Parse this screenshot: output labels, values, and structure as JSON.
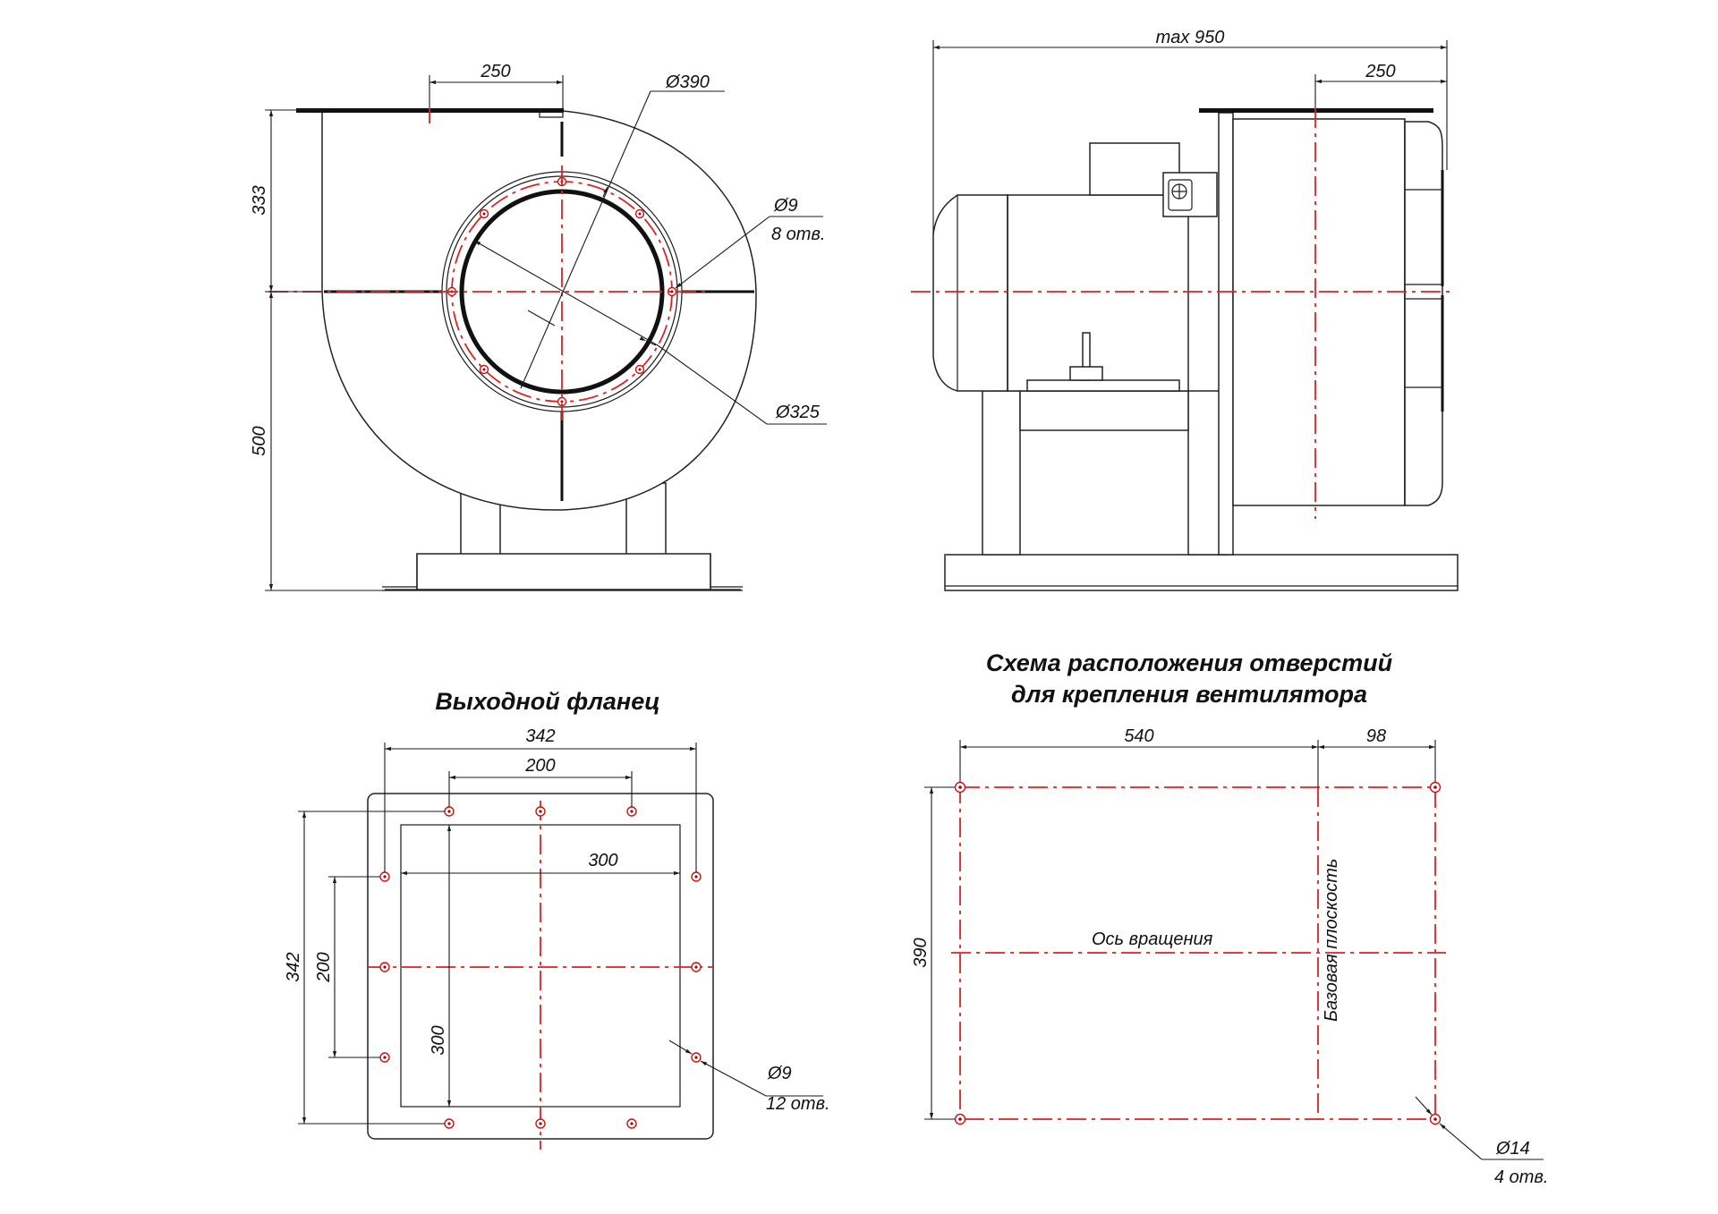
{
  "front_view": {
    "dim_top_width": "250",
    "dim_upper_height": "333",
    "dim_lower_height": "500",
    "dim_d390": "Ø390",
    "dim_d325": "Ø325",
    "dim_holes_d": "Ø9",
    "dim_holes_count": "8 отв."
  },
  "side_view": {
    "dim_total": "max 950",
    "dim_outlet": "250"
  },
  "outlet_flange": {
    "title": "Выходной фланец",
    "dim_outer_w": "342",
    "dim_holes_w": "200",
    "dim_inner_w": "300",
    "dim_outer_h": "342",
    "dim_holes_h": "200",
    "dim_inner_h": "300",
    "dim_holes_d": "Ø9",
    "dim_holes_count": "12 отв."
  },
  "mount_scheme": {
    "title_line1": "Схема расположения отверстий",
    "title_line2": "для крепления вентилятора",
    "dim_540": "540",
    "dim_98": "98",
    "dim_390": "390",
    "axis_label": "Ось вращения",
    "base_plane_label": "Базовая плоскость",
    "dim_holes_d": "Ø14",
    "dim_holes_count": "4 отв."
  },
  "colors": {
    "center_lines": "#e02020",
    "outline": "#111111",
    "holes": "#d01010"
  }
}
